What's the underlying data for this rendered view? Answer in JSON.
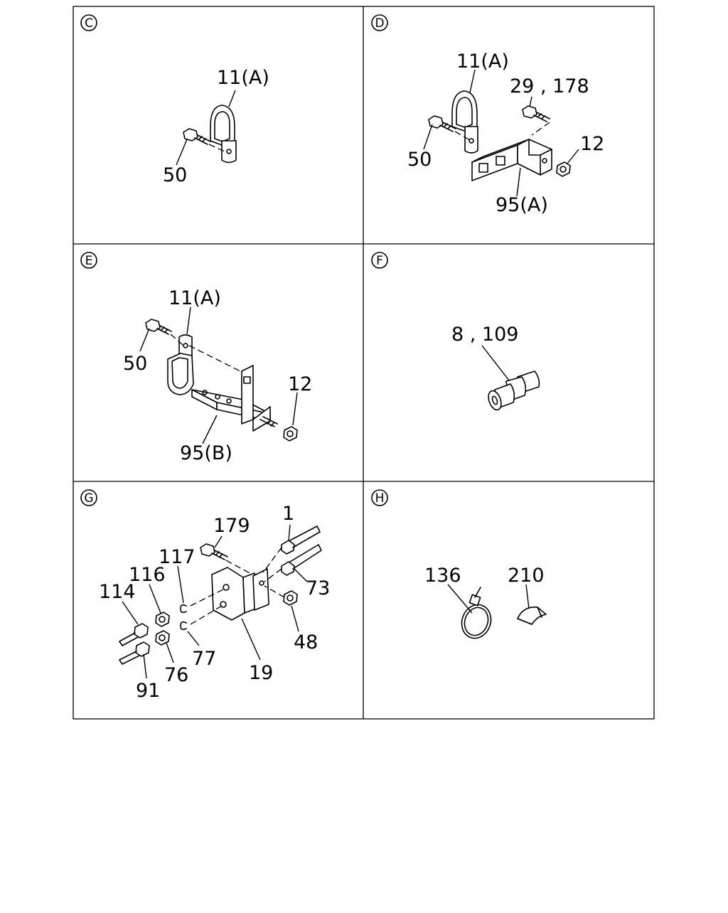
{
  "panels": [
    {
      "id": "C",
      "labels": [
        "11(A)",
        "50"
      ]
    },
    {
      "id": "D",
      "labels": [
        "11(A)",
        "29 , 178",
        "50",
        "12",
        "95(A)"
      ]
    },
    {
      "id": "E",
      "labels": [
        "11(A)",
        "50",
        "12",
        "95(B)"
      ]
    },
    {
      "id": "F",
      "labels": [
        "8 , 109"
      ]
    },
    {
      "id": "G",
      "labels": [
        "179",
        "1",
        "117",
        "116",
        "114",
        "73",
        "48",
        "77",
        "76",
        "19",
        "91"
      ]
    },
    {
      "id": "H",
      "labels": [
        "136",
        "210"
      ]
    }
  ]
}
